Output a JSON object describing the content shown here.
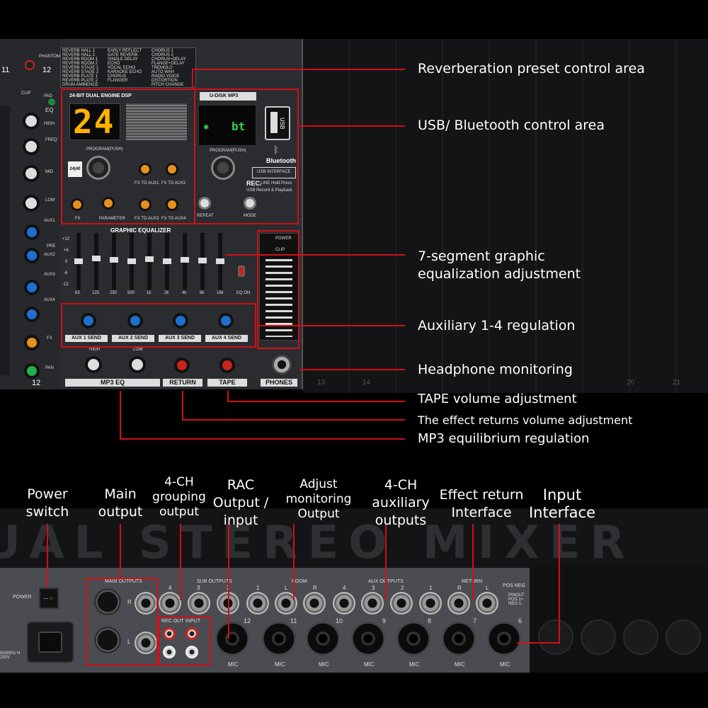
{
  "panel": {
    "channel_numbers": [
      "11",
      "12"
    ],
    "dsp_title": "24-BIT DUAL ENGINE DSP",
    "dsp_display": "24",
    "dsp_badge": "24|40",
    "program_label": "PROGRAM(PUSH)",
    "fx_knobs": [
      "FX TO AUX1",
      "FX TO AUX2",
      "FX",
      "PARAMETER",
      "FX TO AUX3",
      "FX TO AUX4"
    ],
    "udisk_title": "U-DISK MP3",
    "mp3_display": "bt",
    "usb_label": "USB",
    "bluetooth_label": "Bluetooth",
    "usb_interface_label": "USB INTERFACE",
    "rec_label": "REC.",
    "rec_note": "LINE Hold Press",
    "usb_rec_note": "USB Record & Playback",
    "repeat_label": "REPEAT",
    "mode_label": "MODE",
    "graphic_eq_title": "GRAPHIC EQUALIZER",
    "eq_freqs": [
      "63",
      "125",
      "250",
      "500",
      "1k",
      "2k",
      "4k",
      "8k",
      "16k"
    ],
    "eq_scale": [
      "+12",
      "+6",
      "0",
      "-6",
      "-12"
    ],
    "eq_on_label": "EQ ON",
    "aux_sends": [
      "AUX 1 SEND",
      "AUX 2 SEND",
      "AUX 3 SEND",
      "AUX 4 SEND"
    ],
    "mp3_eq_title": "MP3 EQ",
    "mp3_eq_knobs": [
      "HIGH",
      "LOW"
    ],
    "return_label": "RETURN",
    "tape_label": "TAPE",
    "phones_label": "PHONES",
    "meter_labels": [
      "POWER",
      "CLIP"
    ],
    "strip_labels": [
      "EQ",
      "HIGH",
      "FREQ",
      "MID",
      "LOW",
      "AUX1",
      "PRE",
      "AUX2",
      "AUX3",
      "AUX4",
      "FX",
      "PAN",
      "PHANTOM",
      "PAD",
      "CLIP"
    ],
    "effect_presets": [
      "REVERB HALL 1",
      "REVERB HALL 2",
      "REVERB ROOM 1",
      "REVERB ROOM 2",
      "REVERB STAGE 1",
      "REVERB STAGE 2",
      "REVERB PLATE 1",
      "REVERB PLATE 2",
      "DRUM AMBIENCE",
      "EARLY REFLECT",
      "GATE REVERB",
      "SINGLE DELAY",
      "ECHO",
      "VOCAL ECHO",
      "KARAOKE ECHO",
      "CHORUS",
      "FLANGER",
      "CHORUS 1",
      "CHORUS 2",
      "CHORUS+DELAY",
      "FLANGE+DELAY",
      "TREMOLO",
      "AUTO WAH",
      "RADIO VOICE",
      "DISTORTION",
      "PITCH CHANGE"
    ],
    "right_channel_numbers": [
      "13",
      "14",
      "20",
      "21"
    ]
  },
  "callouts": {
    "reverb": "Reverberation preset control area",
    "usb_bt": "USB/ Bluetooth control area",
    "geq_line1": "7-segment graphic",
    "geq_line2": "equalization adjustment",
    "aux": "Auxiliary 1-4 regulation",
    "headphone": "Headphone monitoring",
    "tape": "TAPE volume adjustment",
    "effect_return": "The effect returns volume adjustment",
    "mp3_eq": "MP3 equilibrium regulation"
  },
  "rear_labels": {
    "power": "Power\nswitch",
    "main": "Main\noutput",
    "grouping": "4-CH\ngrouping\noutput",
    "rac": "RAC\nOutput /\ninput",
    "monitor": "Adjust\nmonitoring\nOutput",
    "aux": "4-CH\nauxiliary\noutputs",
    "effect": "Effect return\nInterface",
    "input": "Input\nInterface"
  },
  "rear": {
    "banner": "DUAL STEREO MIXER",
    "power_label": "POWER",
    "main_outputs": "MAIN OUTPUTS",
    "sub_outputs": "SUB OUTPUTS",
    "room": "ROOM",
    "aux_outputs": "AUX OUTPUTS",
    "return": "RETURN",
    "pos_neg": "POS NEG",
    "pinout": "PINOUT POS 1+ NEG 1-",
    "rec_out": "REC OUT",
    "input": "INPUT",
    "mic_label": "MIC",
    "sub_nums": [
      "4",
      "3",
      "2",
      "1"
    ],
    "aux_nums": [
      "4",
      "3",
      "2",
      "1"
    ],
    "lr": [
      "L",
      "R"
    ],
    "channel_nums": [
      "12",
      "11",
      "10",
      "9",
      "8",
      "7",
      "6"
    ],
    "voltage": "50/60Hz H 250V"
  },
  "colors": {
    "accent_red": "#d10f15",
    "display_orange": "#ffb300",
    "knob_orange": "#e8901c",
    "knob_blue": "#1e6fd0",
    "knob_green": "#23b04a",
    "knob_red": "#c8231d"
  }
}
